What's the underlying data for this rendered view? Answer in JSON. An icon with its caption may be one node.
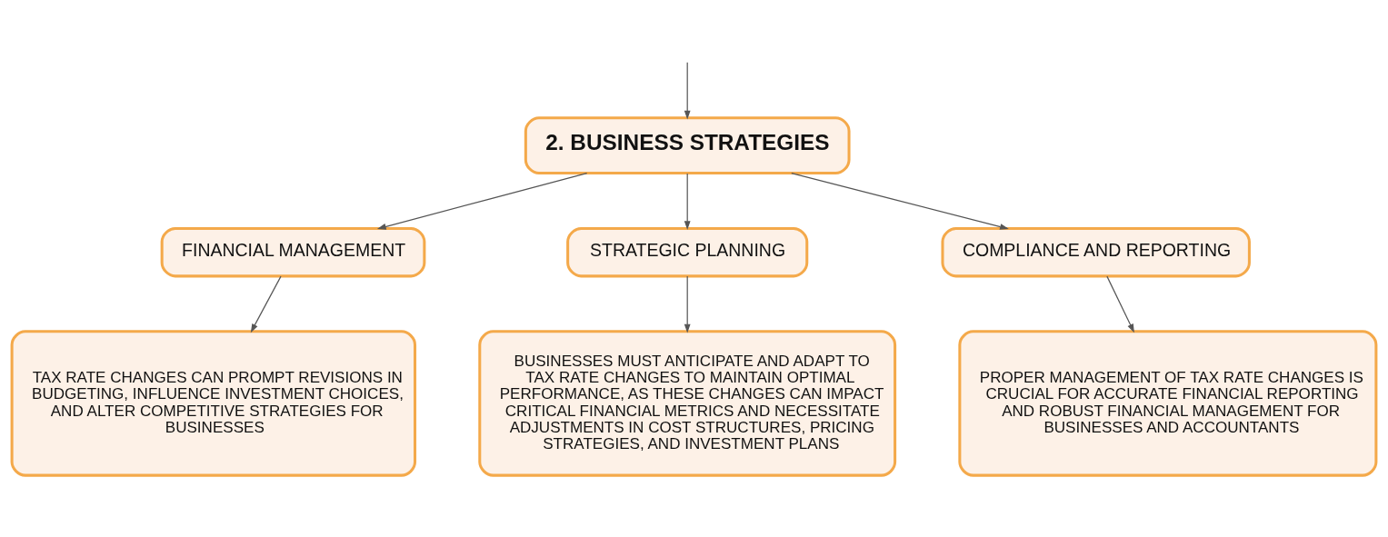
{
  "diagram": {
    "nodes": [
      {
        "text": [
          "2. BUSINESS STRATEGIES"
        ]
      },
      {
        "text": [
          "FINANCIAL MANAGEMENT"
        ]
      },
      {
        "text": [
          "STRATEGIC PLANNING"
        ]
      },
      {
        "text": [
          "COMPLIANCE AND REPORTING"
        ]
      },
      {
        "text": [
          "TAX RATE CHANGES CAN PROMPT REVISIONS IN BUDGETING, INFLUENCE INVESTMENT CHOICES, AND ALTER COMPETITIVE STRATEGIES FOR BUSINESSES"
        ]
      },
      {
        "text": [
          "BUSINESSES MUST ANTICIPATE AND ADAPT TO TAX RATE CHANGES TO MAINTAIN OPTIMAL PERFORMANCE, AS THESE CHANGES CAN IMPACT CRITICAL FINANCIAL METRICS AND NECESSITATE ADJUSTMENTS IN COST STRUCTURES, PRICING STRATEGIES, AND INVESTMENT PLANS"
        ]
      },
      {
        "text": [
          "PROPER MANAGEMENT OF TAX RATE CHANGES IS CRUCIAL FOR ACCURATE FINANCIAL REPORTING AND ROBUST FINANCIAL MANAGEMENT FOR BUSINESSES AND ACCOUNTANTS"
        ]
      }
    ],
    "edges": [
      {
        "from": null,
        "to": 0,
        "arrow": "to"
      },
      {
        "from": 0,
        "to": 1,
        "arrow": "to"
      },
      {
        "from": 0,
        "to": 2,
        "arrow": "to"
      },
      {
        "from": 0,
        "to": 3,
        "arrow": "to"
      },
      {
        "from": 1,
        "to": 4,
        "arrow": "to"
      },
      {
        "from": 2,
        "to": 5,
        "arrow": "to"
      },
      {
        "from": 3,
        "to": 6,
        "arrow": "to"
      }
    ]
  }
}
